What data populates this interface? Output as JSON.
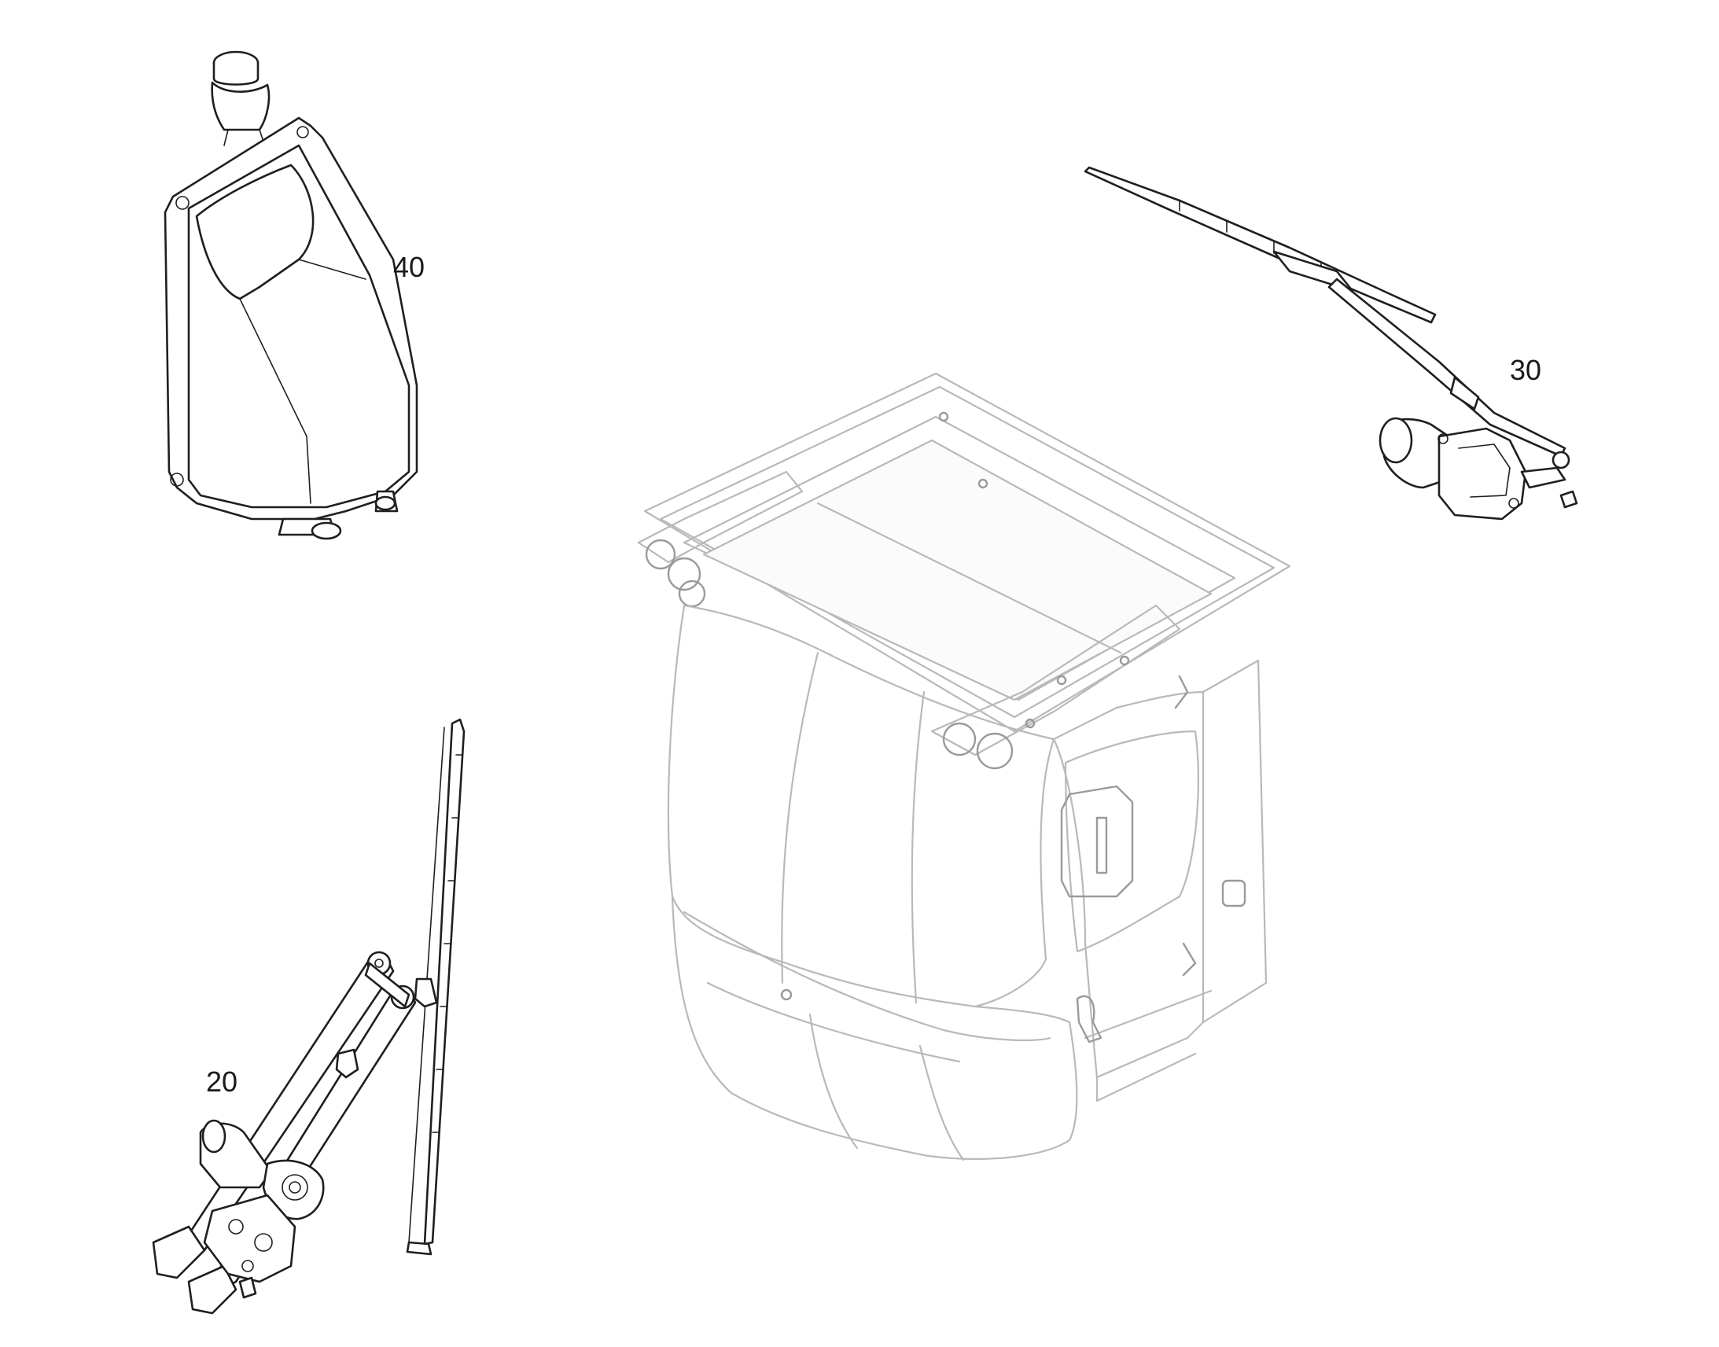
{
  "callouts": {
    "washer_tank": "40",
    "rear_wiper": "30",
    "front_wiper": "20"
  },
  "colors": {
    "part_line": "#1f1f1f",
    "cab_line": "#b9b9b9",
    "background": "#ffffff"
  }
}
